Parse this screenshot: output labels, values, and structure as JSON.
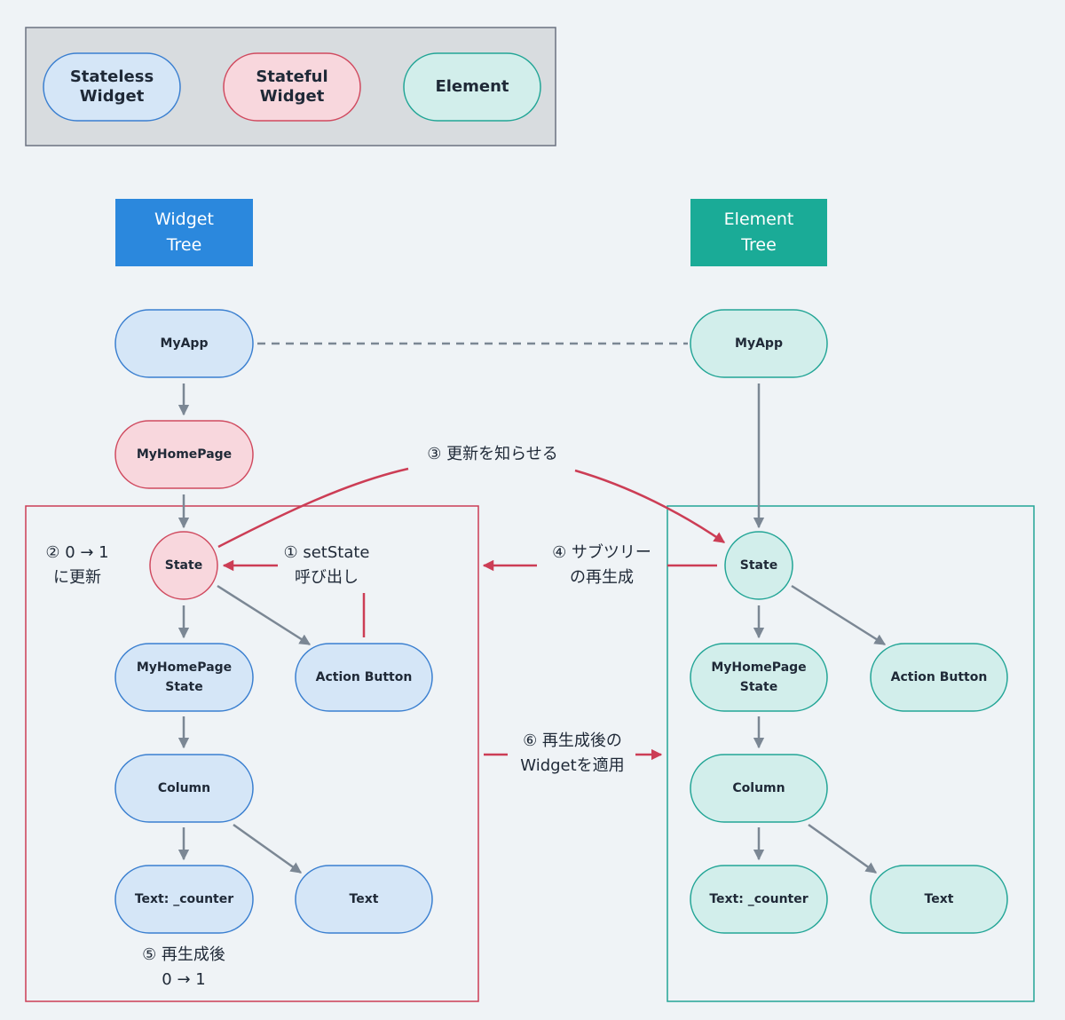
{
  "legend": {
    "stateless": [
      "Stateless",
      "Widget"
    ],
    "stateful": [
      "Stateful",
      "Widget"
    ],
    "element": [
      "Element"
    ]
  },
  "headers": {
    "widget_tree": [
      "Widget",
      "Tree"
    ],
    "element_tree": [
      "Element",
      "Tree"
    ]
  },
  "widget_tree": {
    "myapp": [
      "MyApp"
    ],
    "myhomepage": [
      "MyHomePage"
    ],
    "state": [
      "State"
    ],
    "myhomepage_state": [
      "MyHomePage",
      "State"
    ],
    "action_button": [
      "Action Button"
    ],
    "column": [
      "Column"
    ],
    "text_counter": [
      "Text: _counter"
    ],
    "text": [
      "Text"
    ]
  },
  "element_tree": {
    "myapp": [
      "MyApp"
    ],
    "state": [
      "State"
    ],
    "myhomepage_state": [
      "MyHomePage",
      "State"
    ],
    "action_button": [
      "Action Button"
    ],
    "column": [
      "Column"
    ],
    "text_counter": [
      "Text: _counter"
    ],
    "text": [
      "Text"
    ]
  },
  "annotations": {
    "step1": [
      "① setState",
      "呼び出し"
    ],
    "step2": [
      "② 0 → 1",
      "に更新"
    ],
    "step3": [
      "③ 更新を知らせる"
    ],
    "step4": [
      "④ サブツリー",
      "の再生成"
    ],
    "step5": [
      "⑤ 再生成後",
      "0 → 1"
    ],
    "step6": [
      "⑥ 再生成後の",
      "Widgetを適用"
    ]
  },
  "colors": {
    "background": "#eff3f6",
    "stateless_fill": "#d5e6f7",
    "stateless_stroke": "#3a7fd0",
    "stateful_fill": "#f8d7dd",
    "stateful_stroke": "#d04a5f",
    "element_fill": "#d2eeeb",
    "element_stroke": "#22a596",
    "widget_header": "#2b88dd",
    "element_header": "#1aab97",
    "arrow_gray": "#7b8794",
    "arrow_red": "#cc3d55",
    "legend_bg": "#d8dcdf"
  }
}
